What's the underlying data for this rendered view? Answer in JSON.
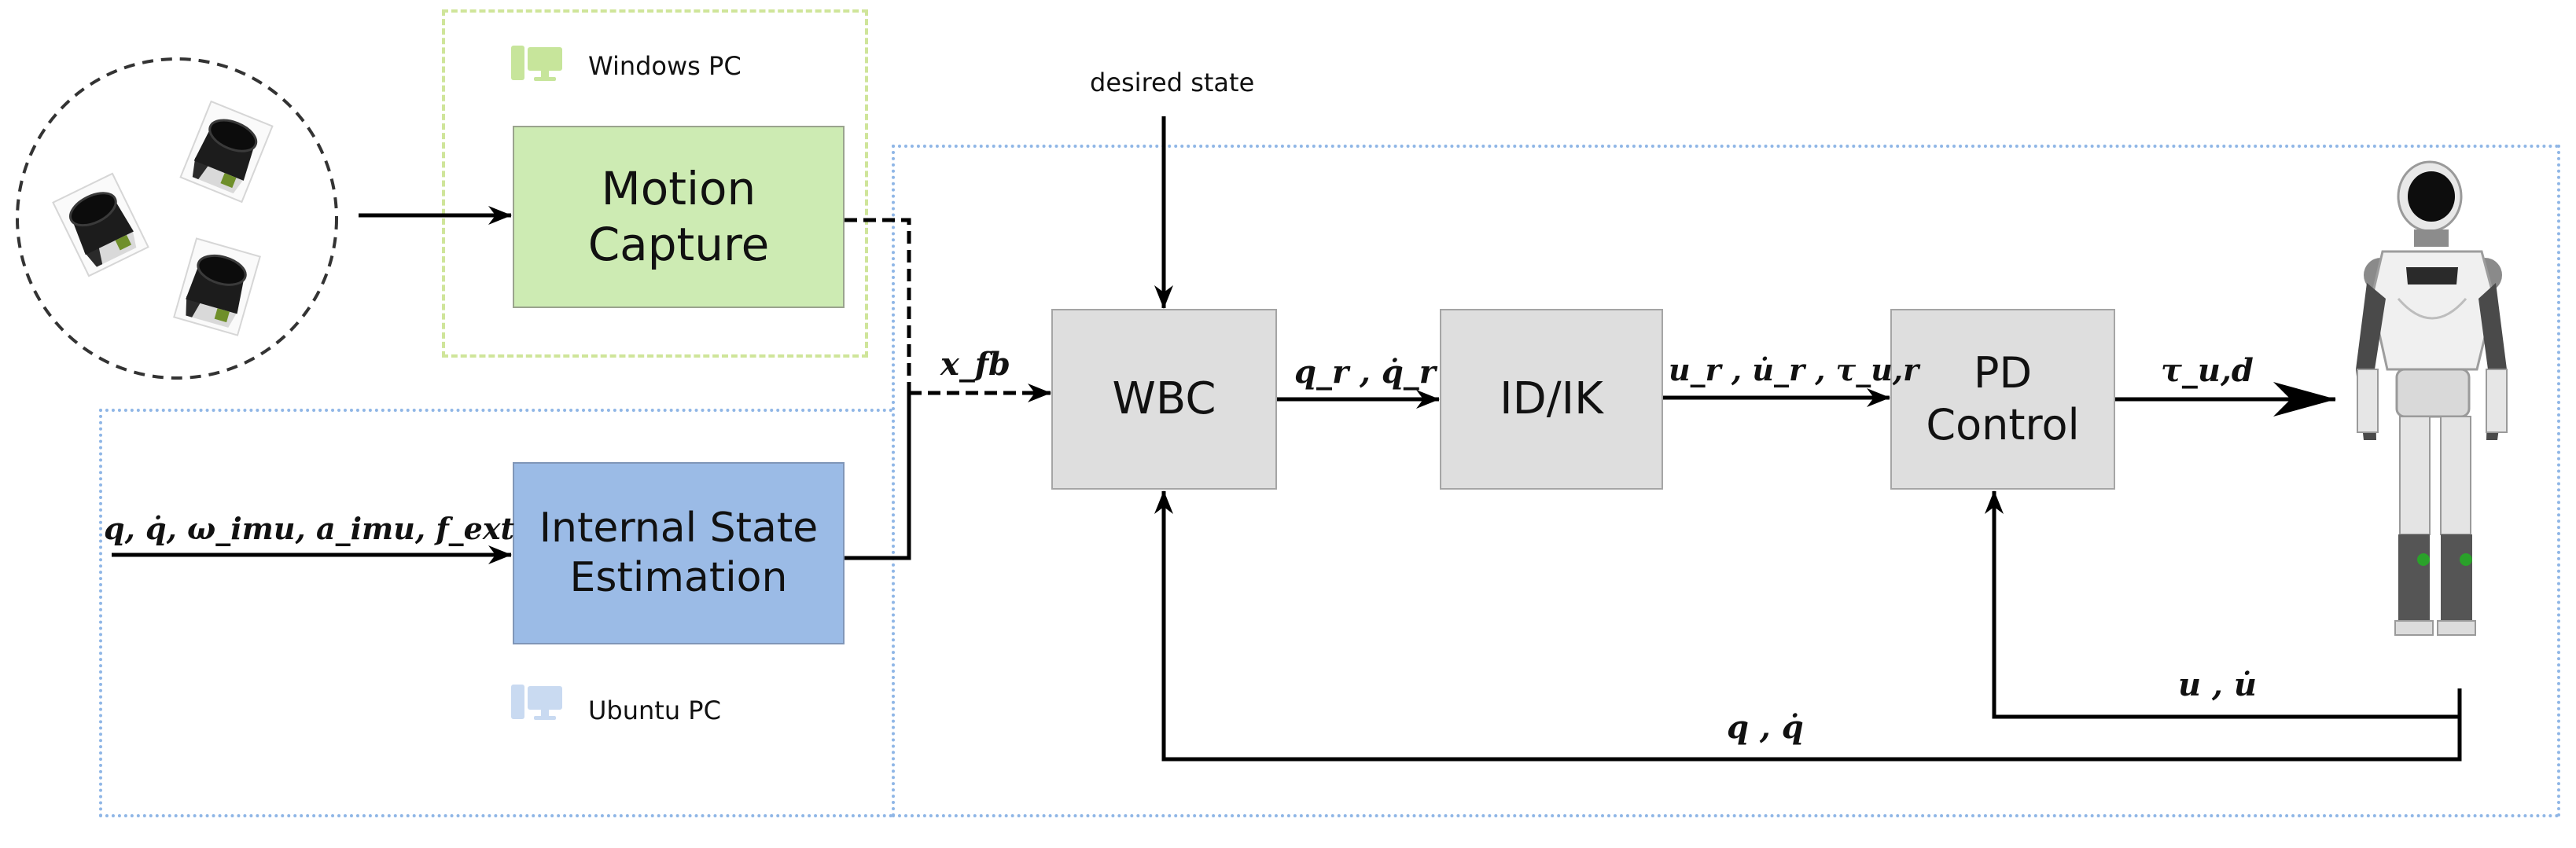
{
  "regions": {
    "windows_pc_label": "Windows PC",
    "ubuntu_pc_label": "Ubuntu PC",
    "windows_color": "#cfe59a",
    "ubuntu_color": "#8fb6e6"
  },
  "blocks": {
    "motion_capture": [
      "Motion",
      "Capture"
    ],
    "internal_state_estimation": [
      "Internal State",
      "Estimation"
    ],
    "wbc": "WBC",
    "id_ik": "ID/IK",
    "pd_control": [
      "PD",
      "Control"
    ]
  },
  "signals": {
    "desired_state": "desired state",
    "x_fb": "x_fb",
    "sensor_inputs": "q, q̇, ω_imu, a_imu, f_ext",
    "q_ref": "q_r , q̇_r",
    "u_ref": "u_r , u̇_r , τ_u,r",
    "tau_ud": "τ_u,d",
    "u_feedback": "u , u̇",
    "q_feedback": "q , q̇"
  },
  "colors": {
    "motion_capture_fill": "#cdebb3",
    "ise_fill": "#9bbbe6",
    "control_block_fill": "#dedede"
  },
  "icons": {
    "windows_pc": "computer-icon",
    "ubuntu_pc": "computer-icon",
    "mocap_cameras": "camera-icon",
    "robot": "humanoid-robot-icon"
  }
}
